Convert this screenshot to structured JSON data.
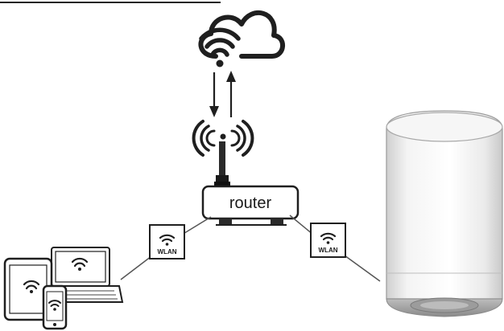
{
  "router": {
    "label": "router"
  },
  "wlan_left": {
    "label": "WLAN"
  },
  "wlan_right": {
    "label": "WLAN"
  }
}
